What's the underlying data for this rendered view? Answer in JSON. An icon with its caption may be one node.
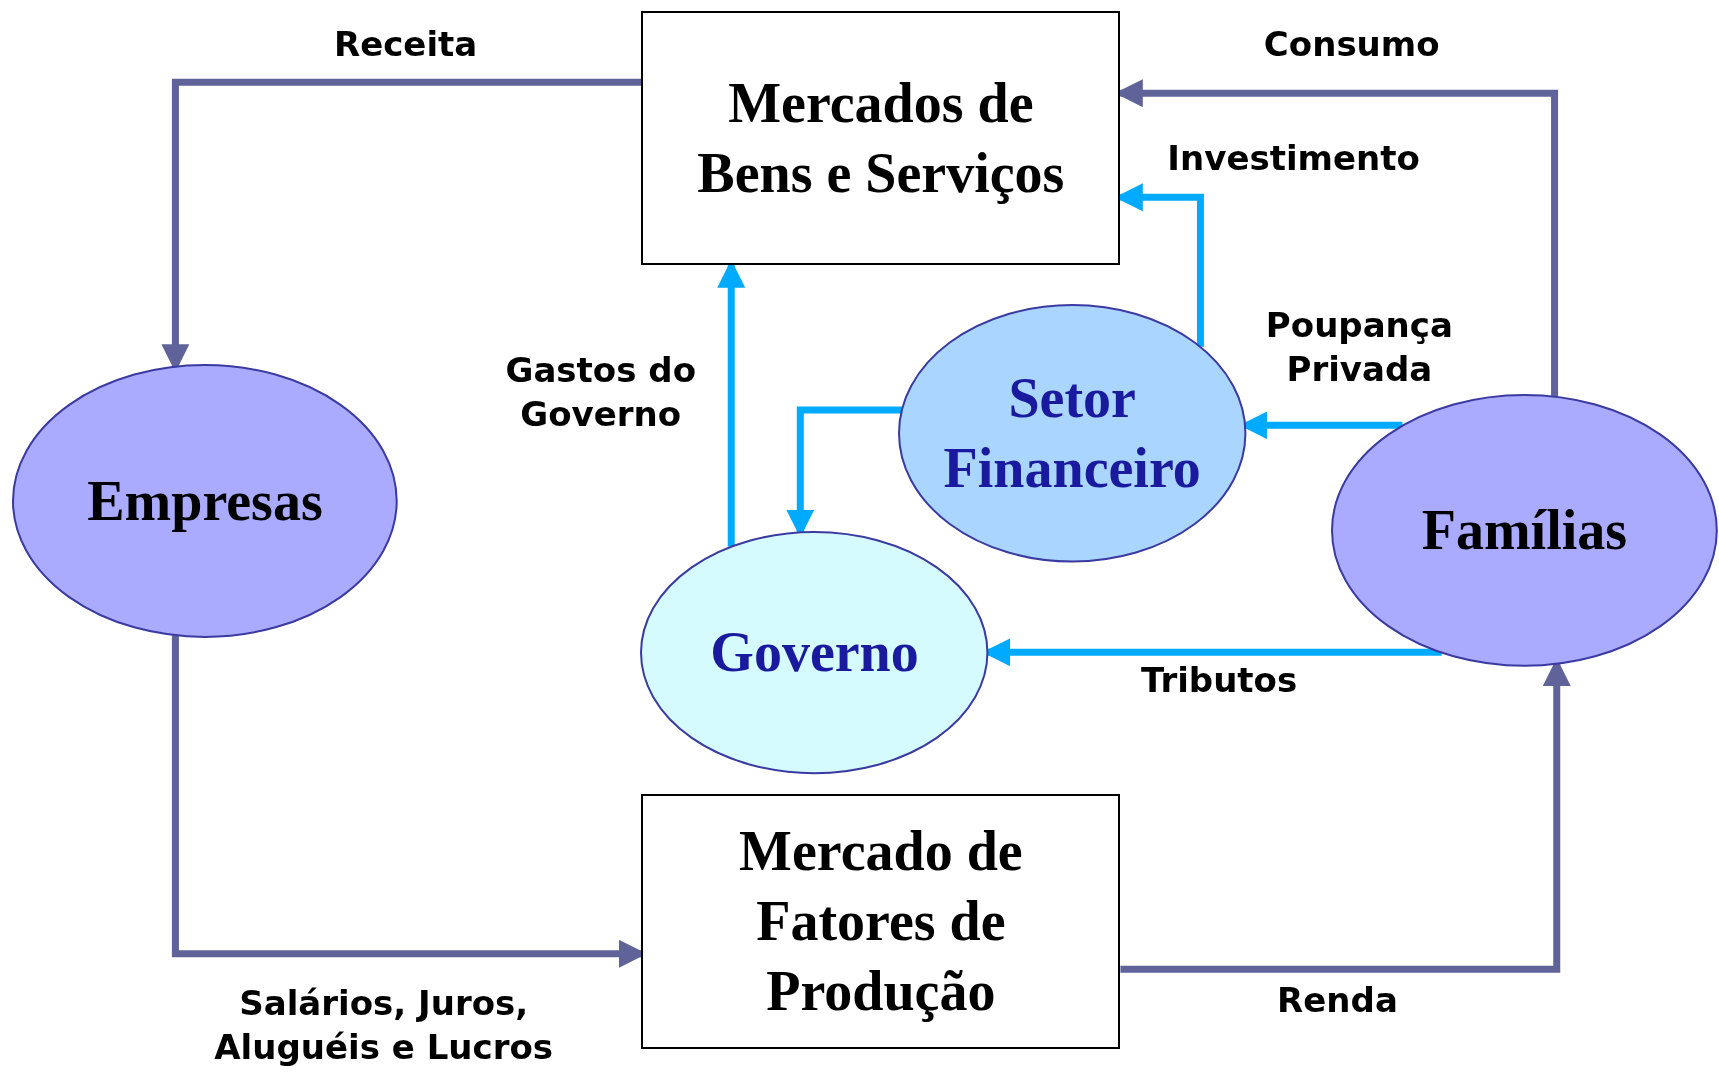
{
  "diagram": {
    "nodes": [
      {
        "text": [
          "Mercados de Bens e Serviços"
        ]
      },
      {
        "text": [
          "Empresas"
        ]
      },
      {
        "text": [
          "Setor Financeiro"
        ]
      },
      {
        "text": [
          "Famílias"
        ]
      },
      {
        "text": [
          "Governo"
        ]
      },
      {
        "text": [
          "Mercado de Fatores de Produção"
        ]
      }
    ],
    "edges": [
      {
        "from": 0,
        "to": 1,
        "arrow": "to",
        "label": "Receita",
        "color": "#5f6399"
      },
      {
        "from": 1,
        "to": 5,
        "arrow": "to",
        "label": "Salários, Juros, Aluguéis e Lucros",
        "color": "#5f6399"
      },
      {
        "from": 5,
        "to": 3,
        "arrow": "to",
        "label": "Renda",
        "color": "#5f6399"
      },
      {
        "from": 3,
        "to": 0,
        "arrow": "to",
        "label": "Consumo",
        "color": "#5f6399"
      },
      {
        "from": 2,
        "to": 0,
        "arrow": "to",
        "label": "Investimento"
      },
      {
        "from": 3,
        "to": 2,
        "arrow": "to",
        "label": "Poupança Privada"
      },
      {
        "from": 2,
        "to": 4,
        "arrow": "to"
      },
      {
        "from": 4,
        "to": 0,
        "arrow": "to",
        "label": "Gastos do Governo"
      },
      {
        "from": 3,
        "to": 4,
        "arrow": "to",
        "label": "Tributos"
      }
    ]
  }
}
